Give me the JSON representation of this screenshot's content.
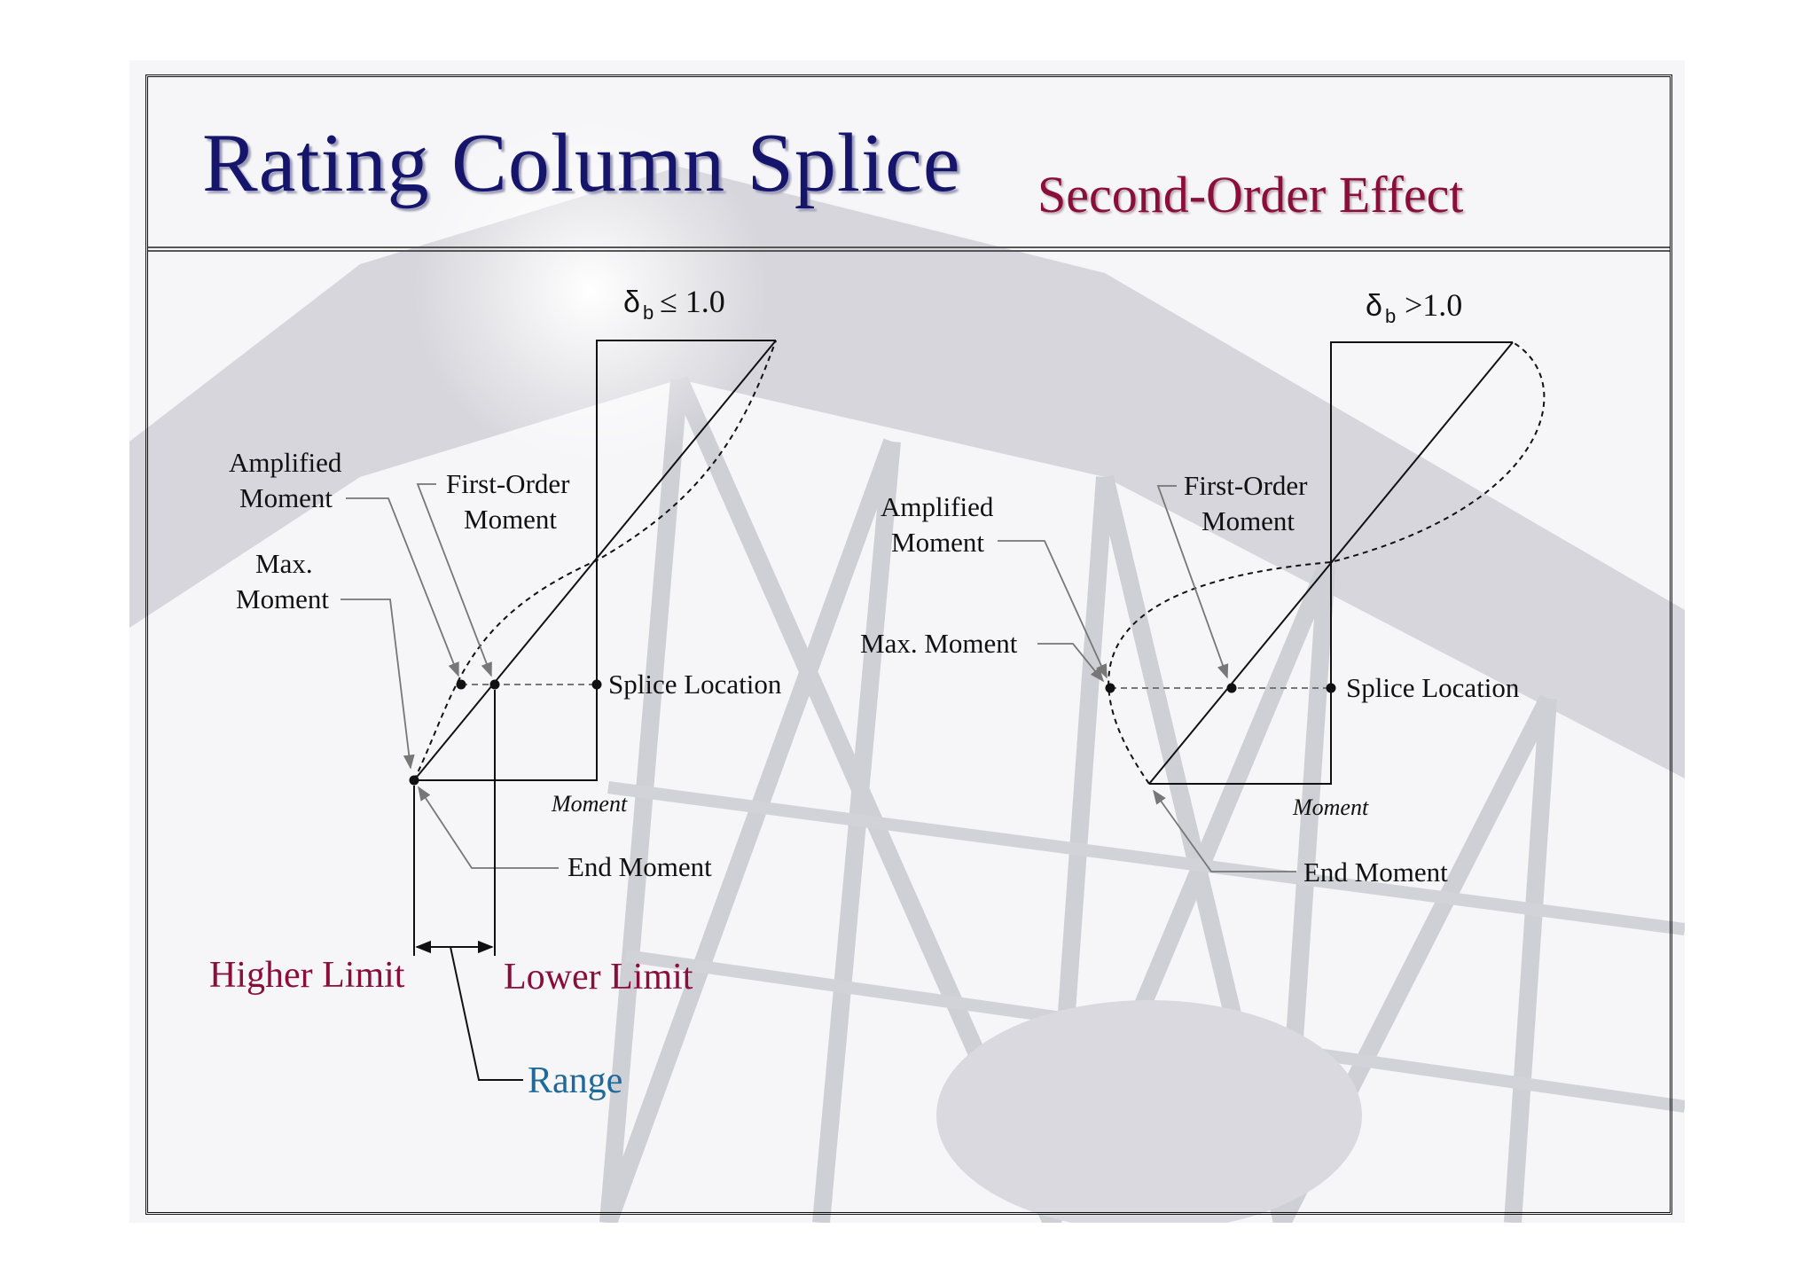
{
  "slide": {
    "title": "Rating Column Splice",
    "subtitle": "Second-Order Effect",
    "colors": {
      "title": "#15156b",
      "subtitle": "#8a0e3a",
      "limit_labels": "#8a0e3a",
      "range_label": "#1f6a9a"
    }
  },
  "left_diagram": {
    "condition_symbol": "δ",
    "condition_subscript": "b",
    "condition_value": "≤ 1.0",
    "labels": {
      "amplified_1": "Amplified",
      "amplified_2": "Moment",
      "first_order_1": "First-Order",
      "first_order_2": "Moment",
      "max_1": "Max.",
      "max_2": "Moment",
      "splice": "Splice Location",
      "axis": "Moment",
      "end_moment": "End Moment",
      "higher_limit": "Higher Limit",
      "lower_limit": "Lower Limit",
      "range": "Range"
    }
  },
  "right_diagram": {
    "condition_symbol": "δ",
    "condition_subscript": "b",
    "condition_value": ">1.0",
    "labels": {
      "amplified_1": "Amplified",
      "amplified_2": "Moment",
      "first_order_1": "First-Order",
      "first_order_2": "Moment",
      "max": "Max. Moment",
      "splice": "Splice Location",
      "axis": "Moment",
      "end_moment": "End Moment"
    }
  }
}
